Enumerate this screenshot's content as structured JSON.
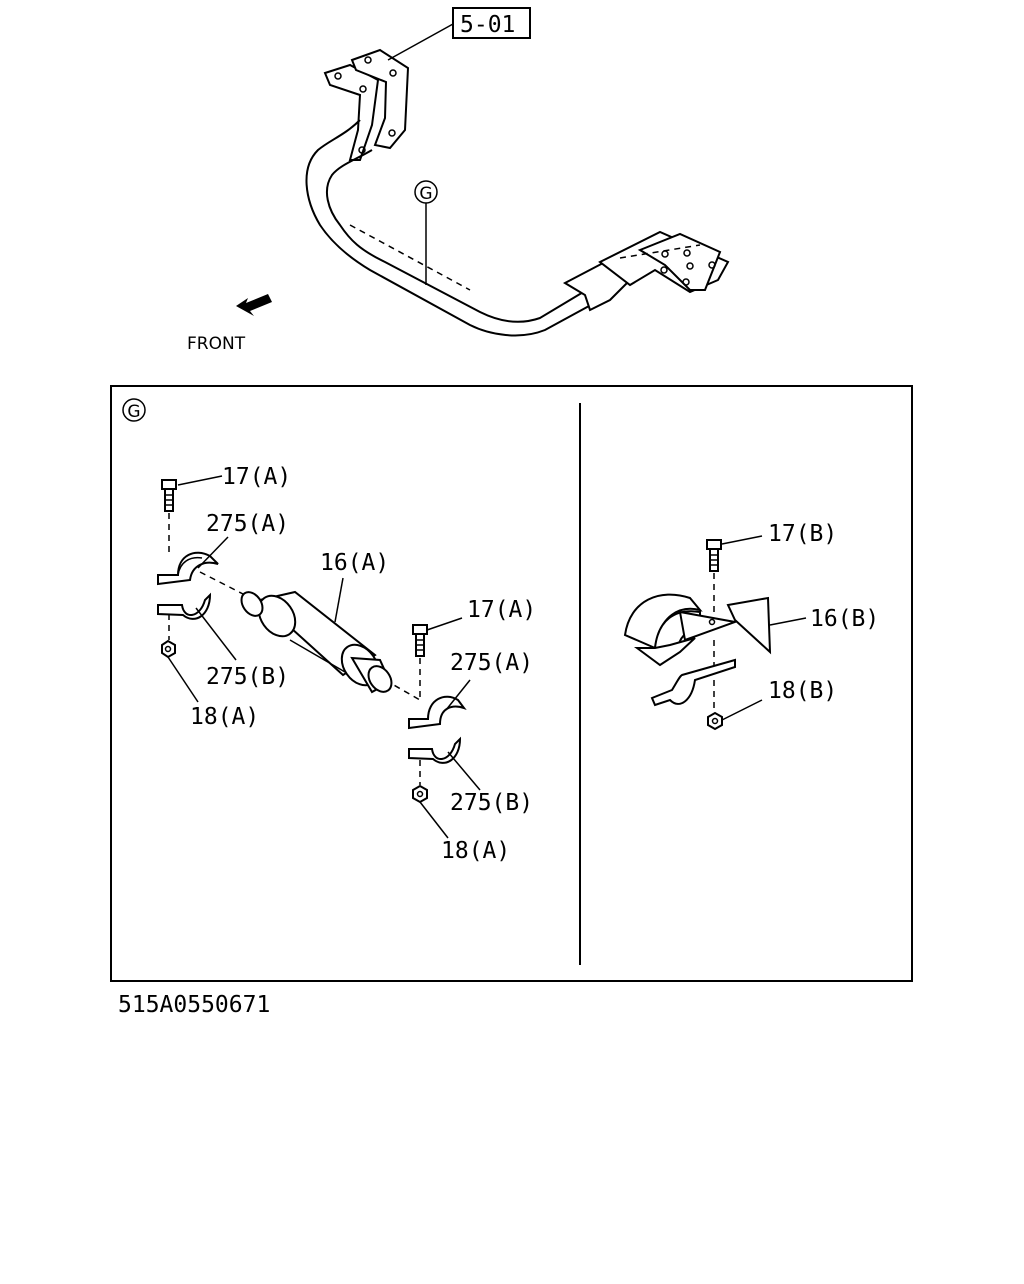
{
  "diagram": {
    "ref_box": "5-01",
    "detail_marker": "G",
    "front_label": "FRONT",
    "drawing_number": "515A0550671",
    "callouts": {
      "bolt_a_1": "17(A)",
      "clamp_a_1": "275(A)",
      "bar_a": "16(A)",
      "clamp_b_1": "275(B)",
      "nut_a_1": "18(A)",
      "bolt_a_2": "17(A)",
      "clamp_a_2": "275(A)",
      "clamp_b_2": "275(B)",
      "nut_a_2": "18(A)",
      "bolt_b": "17(B)",
      "bar_b": "16(B)",
      "nut_b": "18(B)"
    }
  }
}
